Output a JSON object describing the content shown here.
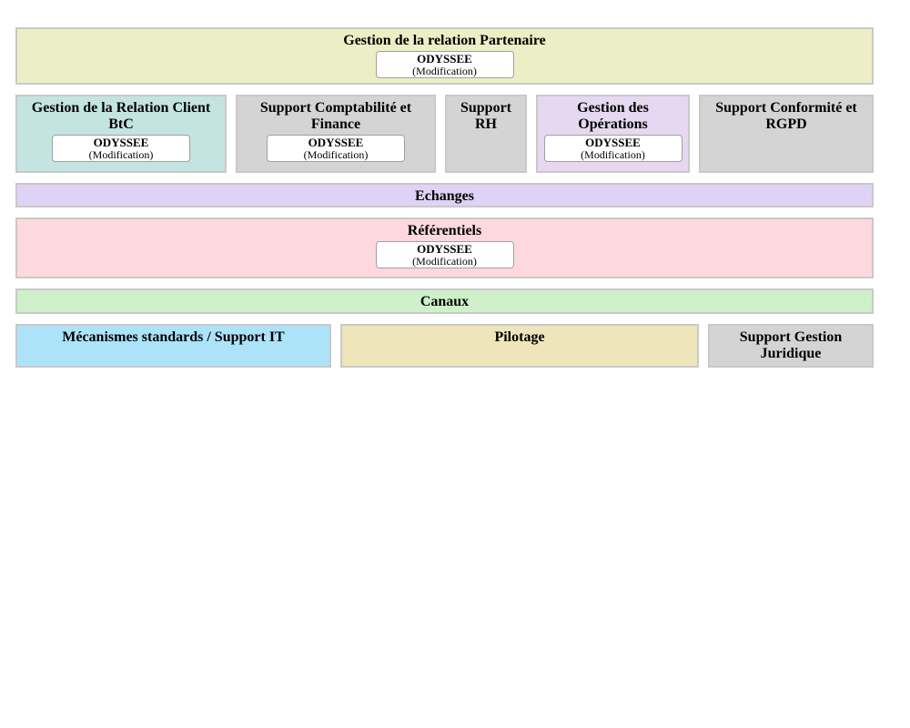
{
  "colors": {
    "page_background": "#ffffff",
    "block_border": "#c9c9c9",
    "app_box_border": "#a0a0a0",
    "app_box_background": "#ffffff",
    "text": "#000000"
  },
  "app": {
    "name": "ODYSSEE",
    "note": "(Modification)"
  },
  "blocks": {
    "partenaire": {
      "title": "Gestion de la relation Partenaire",
      "app_name": "ODYSSEE",
      "app_note": "(Modification)",
      "bg": "#ecefc5"
    },
    "client_btc": {
      "title": "Gestion de la Relation Client BtC",
      "app_name": "ODYSSEE",
      "app_note": "(Modification)",
      "bg": "#c3e4e0"
    },
    "compta_finance": {
      "title": "Support Comptabilité et Finance",
      "app_name": "ODYSSEE",
      "app_note": "(Modification)",
      "bg": "#d4d4d4"
    },
    "support_rh": {
      "title": "Support RH",
      "bg": "#d4d4d4"
    },
    "operations": {
      "title": "Gestion des Opérations",
      "app_name": "ODYSSEE",
      "app_note": "(Modification)",
      "bg": "#e5d8f0"
    },
    "conformite_rgpd": {
      "title": "Support Conformité et RGPD",
      "bg": "#d4d4d4"
    },
    "echanges": {
      "title": "Echanges",
      "bg": "#ded3f4"
    },
    "referentiels": {
      "title": "Référentiels",
      "app_name": "ODYSSEE",
      "app_note": "(Modification)",
      "bg": "#fdd8de"
    },
    "canaux": {
      "title": "Canaux",
      "bg": "#cef1ca"
    },
    "mecanismes_it": {
      "title": "Mécanismes standards / Support IT",
      "bg": "#ade3f8"
    },
    "pilotage": {
      "title": "Pilotage",
      "bg": "#eee5ba"
    },
    "juridique": {
      "title": "Support Gestion Juridique",
      "bg": "#d4d4d4"
    }
  }
}
